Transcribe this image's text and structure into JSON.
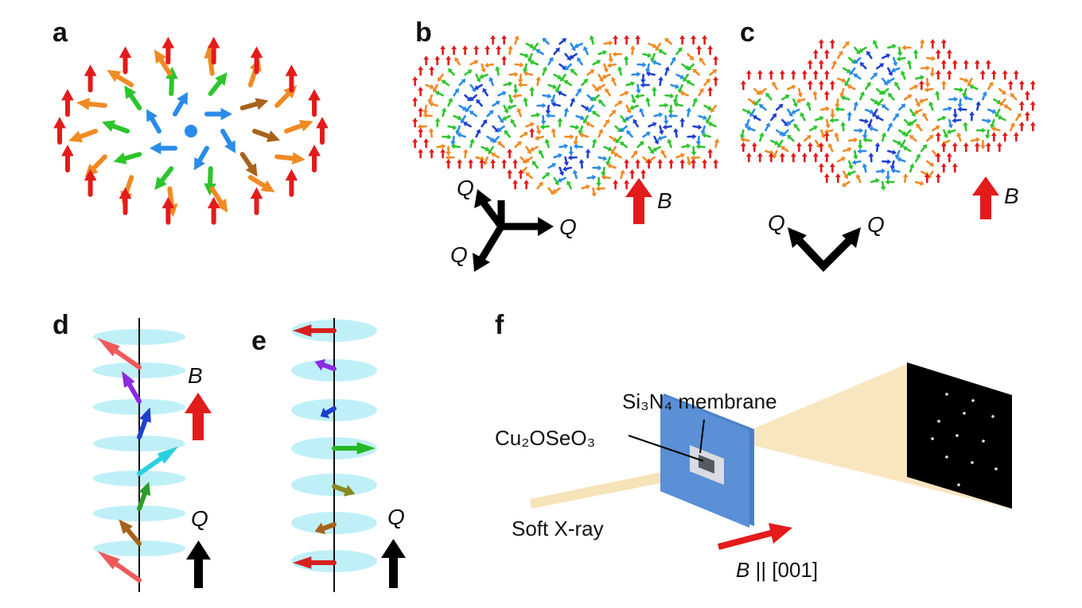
{
  "panels": {
    "a": {
      "label": "a"
    },
    "b": {
      "label": "b",
      "q_vector_labels": [
        "Q",
        "Q",
        "Q"
      ],
      "field_label": "B"
    },
    "c": {
      "label": "c",
      "q_vector_labels": [
        "Q",
        "Q"
      ],
      "field_label": "B"
    },
    "d": {
      "label": "d",
      "field_label": "B",
      "q_label": "Q"
    },
    "e": {
      "label": "e",
      "q_label": "Q"
    },
    "f": {
      "label": "f",
      "membrane_label": "Si₃N₄ membrane",
      "sample_label": "Cu₂OSeO₃",
      "beam_label": "Soft X-ray",
      "field_axis_var": "B",
      "field_axis_rest": " || [001]"
    }
  },
  "colors": {
    "up": "#e31b1b",
    "orange": "#f08a24",
    "green": "#2cc52c",
    "blue": "#2a8be8",
    "darkblue": "#1d3fcf",
    "brown": "#a8621c",
    "purple": "#8a2be2",
    "cyan": "#2ad0e0",
    "disc": "#bff0f7",
    "membrane": "#5b8fd6",
    "beam": "#f7e3b8",
    "detector": "#000000"
  }
}
